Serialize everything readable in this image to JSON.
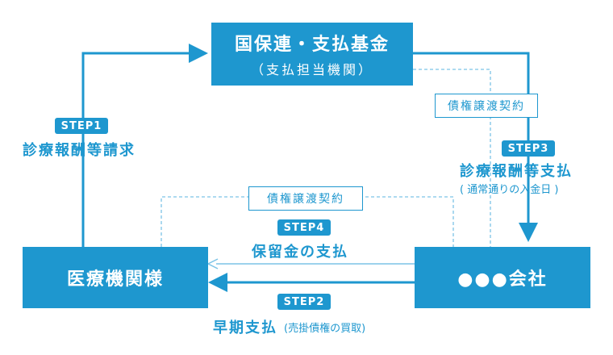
{
  "colors": {
    "accent": "#1e97cf",
    "dashed": "#7cc3e6",
    "background": "#ffffff"
  },
  "fund_box": {
    "title": "国保連・支払基金",
    "subtitle": "（支払担当機関）"
  },
  "medical_box": {
    "title": "医療機関様"
  },
  "company_box": {
    "title": "●●●会社"
  },
  "steps": {
    "step1": {
      "badge": "STEP1",
      "label": "診療報酬等請求"
    },
    "step2": {
      "badge": "STEP2",
      "label": "早期支払",
      "sub": "(売掛債権の買取)"
    },
    "step3": {
      "badge": "STEP3",
      "label": "診療報酬等支払",
      "sub": "( 通常通りの入金日 )"
    },
    "step4": {
      "badge": "STEP4",
      "label": "保留金の支払"
    }
  },
  "contracts": {
    "upper": "債権譲渡契約",
    "lower": "債権譲渡契約"
  }
}
